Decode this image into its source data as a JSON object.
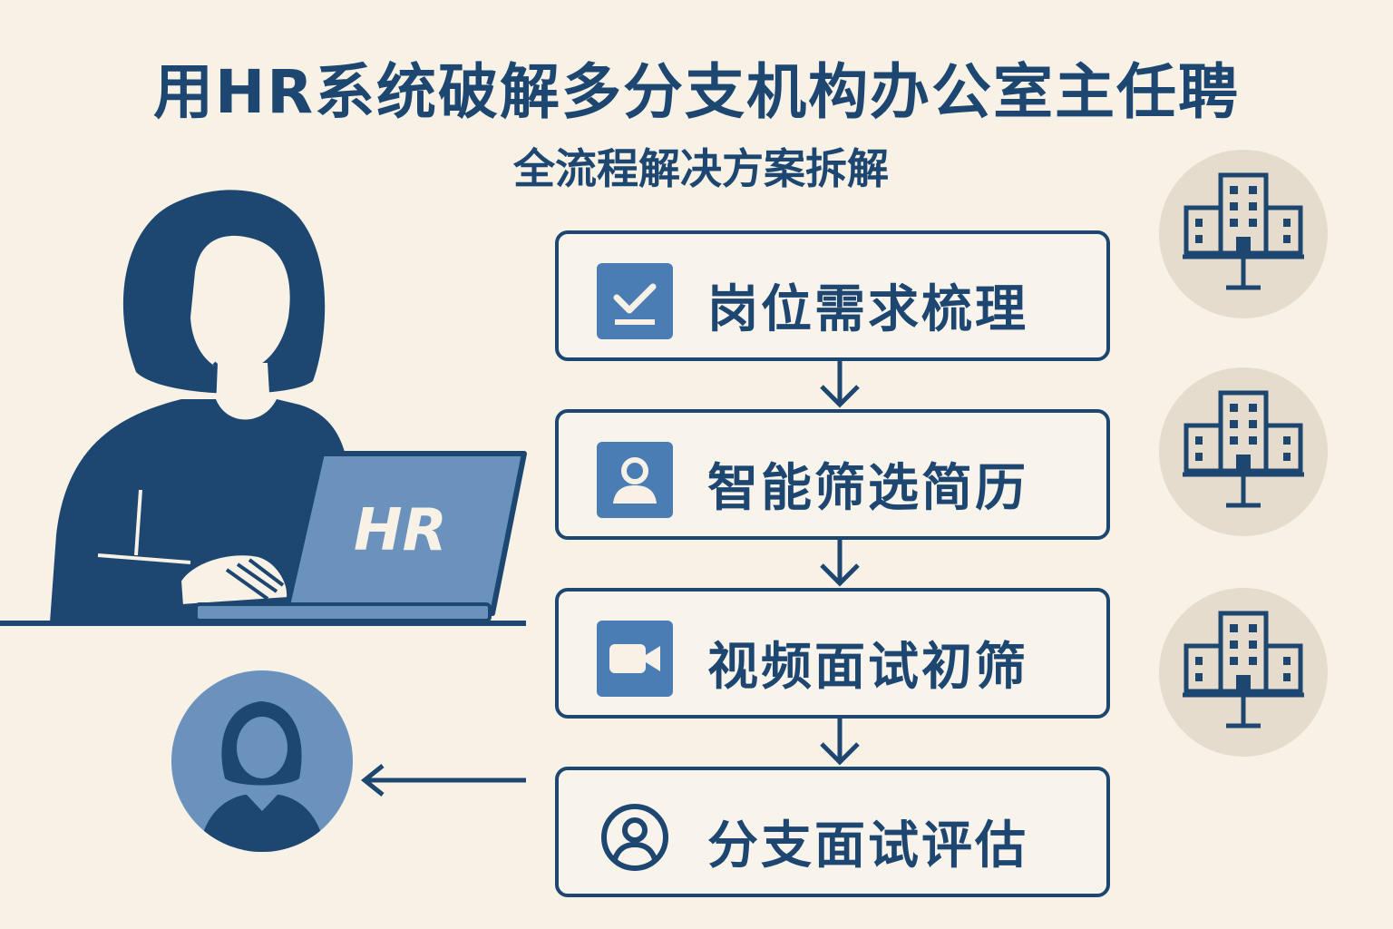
{
  "header": {
    "title": "用HR系统破解多分支机构办公室主任聘",
    "subtitle": "全流程解决方案拆解"
  },
  "laptop": {
    "screen_text": "HR"
  },
  "steps": [
    {
      "label": "岗位需求梳理",
      "icon": "checkbox-icon"
    },
    {
      "label": "智能筛选简历",
      "icon": "person-card-icon"
    },
    {
      "label": "视频面试初筛",
      "icon": "video-camera-icon"
    },
    {
      "label": "分支面试评估",
      "icon": "user-circle-icon"
    }
  ],
  "branches": [
    {
      "icon": "branch-building-icon"
    },
    {
      "icon": "branch-building-icon"
    },
    {
      "icon": "branch-building-icon"
    }
  ],
  "colors": {
    "background": "#f7f1e6",
    "navy": "#1d4670",
    "mid_blue": "#4a7db3",
    "light_blue": "#6a92bd",
    "beige_circle": "#e6dccd"
  }
}
